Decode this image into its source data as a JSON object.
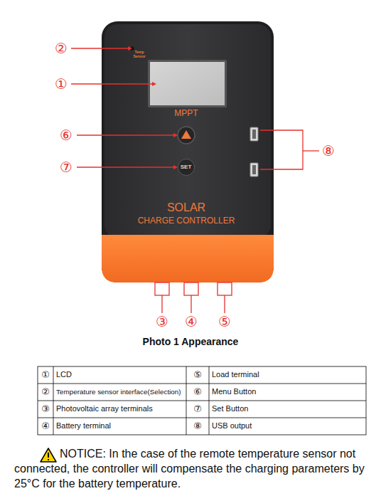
{
  "diagram": {
    "caption": "Photo 1 Appearance",
    "nodes": [
      {
        "text": [
          "Temp Sensor",
          "MPPT",
          "SOLAR",
          "CHARGE CONTROLLER"
        ]
      },
      {
        "text": [
          "SET"
        ],
        "in": 0
      }
    ],
    "labels": [
      "②",
      "①",
      "⑥",
      "⑦",
      "⑧",
      "③",
      "④",
      "⑤",
      "①",
      "LCD",
      "⑤",
      "Load terminal",
      "②",
      "Temperature sensor interface(Selection)",
      "⑥",
      "Menu Button",
      "③",
      "Photovoltaic array terminals",
      "⑦",
      "Set Button",
      "④",
      "Battery terminal",
      "⑧",
      "USB output",
      "NOTICE: In the case of the remote temperature sensor not connected, the controller will compensate the charging parameters by 25°C for the battery temperature."
    ]
  }
}
